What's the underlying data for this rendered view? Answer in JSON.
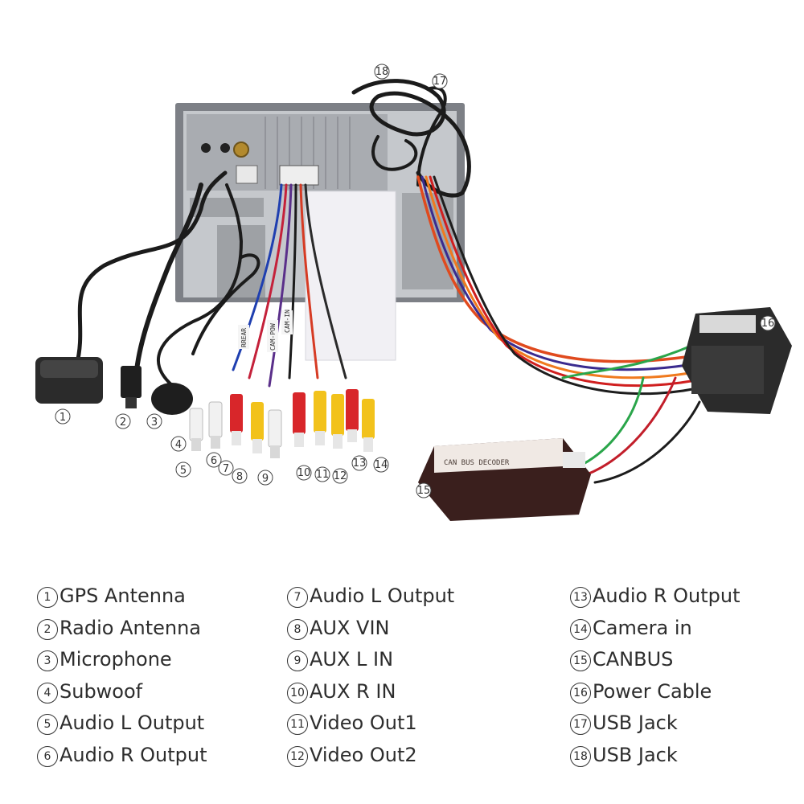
{
  "callouts": {
    "c1": "1",
    "c2": "2",
    "c3": "3",
    "c4": "4",
    "c5": "5",
    "c6": "6",
    "c7": "7",
    "c8": "8",
    "c9": "9",
    "c10": "10",
    "c11": "11",
    "c12": "12",
    "c13": "13",
    "c14": "14",
    "c15": "15",
    "c16": "16",
    "c17": "17",
    "c18": "18"
  },
  "legend": {
    "col1": [
      {
        "num": "1",
        "label": "GPS Antenna"
      },
      {
        "num": "2",
        "label": "Radio Antenna"
      },
      {
        "num": "3",
        "label": "Microphone"
      },
      {
        "num": "4",
        "label": "Subwoof"
      },
      {
        "num": "5",
        "label": "Audio L Output"
      },
      {
        "num": "6",
        "label": "Audio R Output"
      }
    ],
    "col2": [
      {
        "num": "7",
        "label": "Audio L Output"
      },
      {
        "num": "8",
        "label": "AUX VIN"
      },
      {
        "num": "9",
        "label": "AUX L IN"
      },
      {
        "num": "10",
        "label": "AUX R IN"
      },
      {
        "num": "11",
        "label": "Video Out1"
      },
      {
        "num": "12",
        "label": "Video Out2"
      }
    ],
    "col3": [
      {
        "num": "13",
        "label": "Audio R Output"
      },
      {
        "num": "14",
        "label": "Camera in"
      },
      {
        "num": "15",
        "label": "CANBUS"
      },
      {
        "num": "16",
        "label": "Power Cable"
      },
      {
        "num": "17",
        "label": "USB Jack"
      },
      {
        "num": "18",
        "label": "USB Jack"
      }
    ]
  },
  "device_labels": {
    "canbus_box": "CAN BUS DECODER",
    "tag_a": "RREAR",
    "tag_b": "CAM-POW",
    "tag_c": "CAM-IN"
  },
  "colors": {
    "red": "#d8262a",
    "yellow": "#f2c21b",
    "white": "#f1f1f1",
    "cable_black": "#1b1b1b",
    "metal": "#b9bcc0",
    "canbus_box": "#3a1f1d",
    "power_connector": "#2b2b2b"
  }
}
